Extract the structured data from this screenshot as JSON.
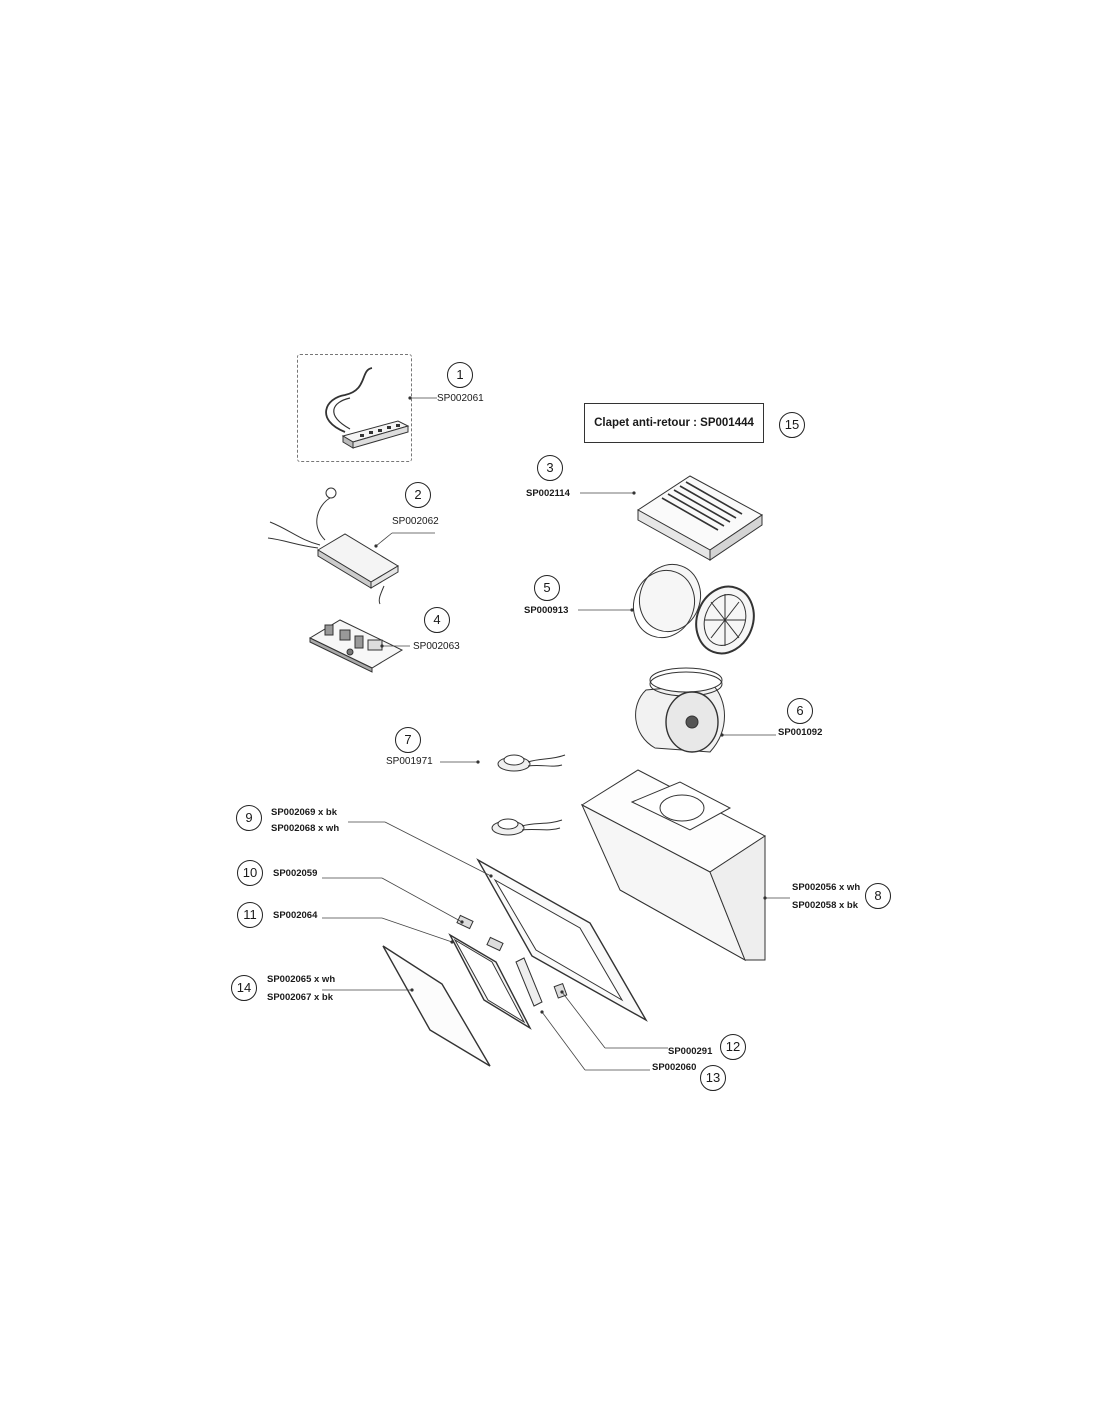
{
  "note": {
    "text": "Clapet anti-retour : SP001444",
    "number": "15"
  },
  "parts": [
    {
      "id": "p1",
      "number": "1",
      "codes": [
        "SP002061"
      ]
    },
    {
      "id": "p2",
      "number": "2",
      "codes": [
        "SP002062"
      ]
    },
    {
      "id": "p3",
      "number": "3",
      "codes": [
        "SP002114"
      ]
    },
    {
      "id": "p4",
      "number": "4",
      "codes": [
        "SP002063"
      ]
    },
    {
      "id": "p5",
      "number": "5",
      "codes": [
        "SP000913"
      ]
    },
    {
      "id": "p6",
      "number": "6",
      "codes": [
        "SP001092"
      ]
    },
    {
      "id": "p7",
      "number": "7",
      "codes": [
        "SP001971"
      ]
    },
    {
      "id": "p8",
      "number": "8",
      "codes": [
        "SP002056 x wh",
        "SP002058 x bk"
      ]
    },
    {
      "id": "p9",
      "number": "9",
      "codes": [
        "SP002069 x bk",
        "SP002068 x wh"
      ]
    },
    {
      "id": "p10",
      "number": "10",
      "codes": [
        "SP002059"
      ]
    },
    {
      "id": "p11",
      "number": "11",
      "codes": [
        "SP002064"
      ]
    },
    {
      "id": "p12",
      "number": "12",
      "codes": [
        "SP000291"
      ]
    },
    {
      "id": "p13",
      "number": "13",
      "codes": [
        "SP002060"
      ]
    },
    {
      "id": "p14",
      "number": "14",
      "codes": [
        "SP002065 x wh",
        "SP002067 x bk"
      ]
    }
  ]
}
